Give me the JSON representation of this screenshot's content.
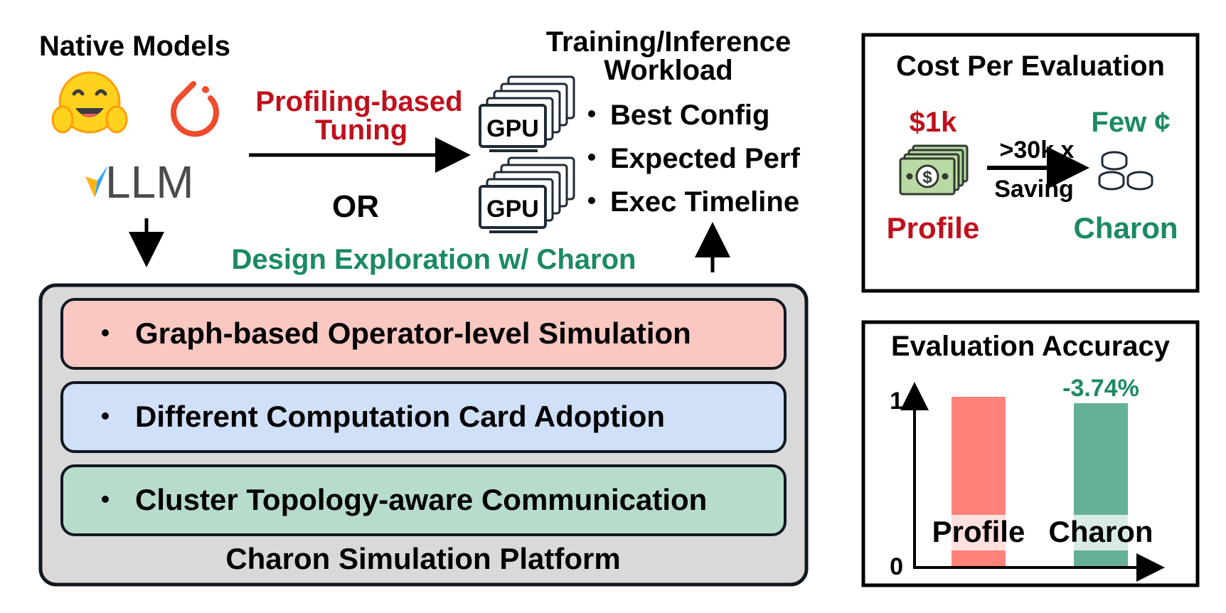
{
  "native_models": {
    "title": "Native Models",
    "hf_icon": "hugging-face-icon",
    "pytorch_icon": "pytorch-icon",
    "vllm_logo": "vLLM"
  },
  "profiling": {
    "line1": "Profiling-based",
    "line2": "Tuning"
  },
  "or_label": "OR",
  "gpu_label": "GPU",
  "workload": {
    "title_line1": "Training/Inference",
    "title_line2": "Workload",
    "items": [
      "Best Config",
      "Expected Perf",
      "Exec Timeline"
    ]
  },
  "design_exploration": "Design Exploration w/ Charon",
  "platform": {
    "title": "Charon Simulation Platform",
    "layers": [
      {
        "label": "Graph-based Operator-level Simulation",
        "color": "#f9c8c2"
      },
      {
        "label": "Different Computation Card Adoption",
        "color": "#cfe0f8"
      },
      {
        "label": "Cluster Topology-aware Communication",
        "color": "#b7dccb"
      }
    ]
  },
  "cost": {
    "title": "Cost Per Evaluation",
    "profile_cost": "$1k",
    "charon_cost": "Few ¢",
    "saving_line1": ">30k x",
    "saving_line2": "Saving",
    "profile_label": "Profile",
    "charon_label": "Charon"
  },
  "accuracy": {
    "title": "Evaluation Accuracy",
    "delta_label": "-3.74%"
  },
  "colors": {
    "red": "#c0101d",
    "green": "#1a8a62",
    "profile_bar": "#ff837b",
    "charon_bar": "#66b096",
    "platform_bg": "#d9d9d9",
    "border": "#111820"
  },
  "chart_data": {
    "type": "bar",
    "title": "Evaluation Accuracy",
    "categories": [
      "Profile",
      "Charon"
    ],
    "values": [
      1.0,
      0.9626
    ],
    "ylim": [
      0,
      1
    ],
    "yticks": [
      "0",
      "1"
    ],
    "annotation": "-3.74%",
    "grid": false
  }
}
